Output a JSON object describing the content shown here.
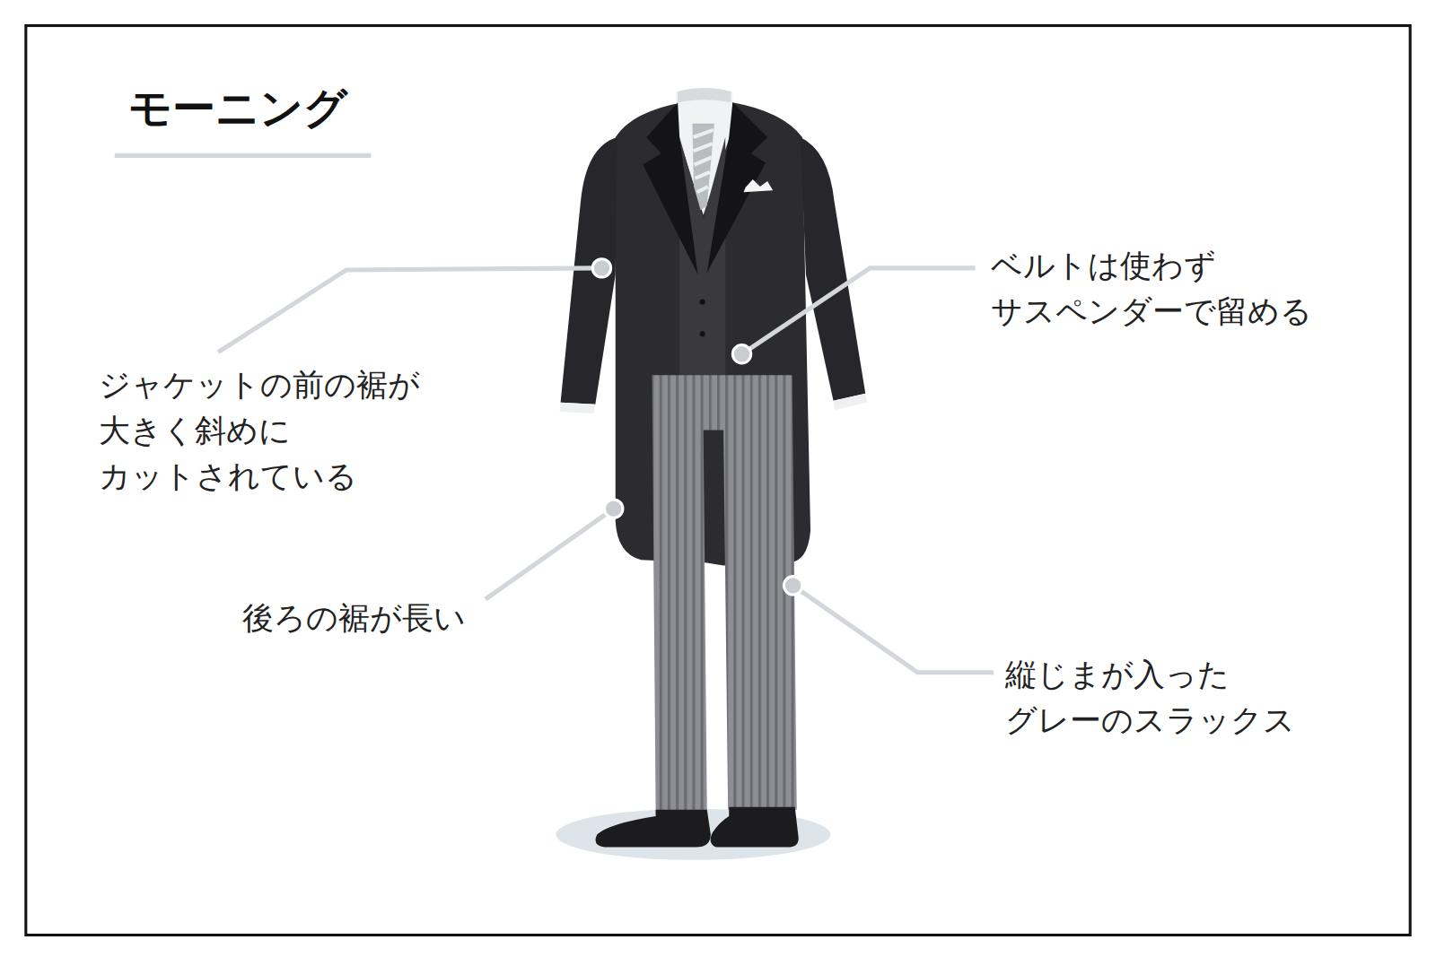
{
  "diagram": {
    "title": "モーニング",
    "labels": [
      "ベルトは使わず サスペンダーで留める",
      "ジャケットの前の裾が 大きく斜めに カットされている",
      "後ろの裾が長い",
      "縦じまが入った グレーのスラックス"
    ]
  }
}
